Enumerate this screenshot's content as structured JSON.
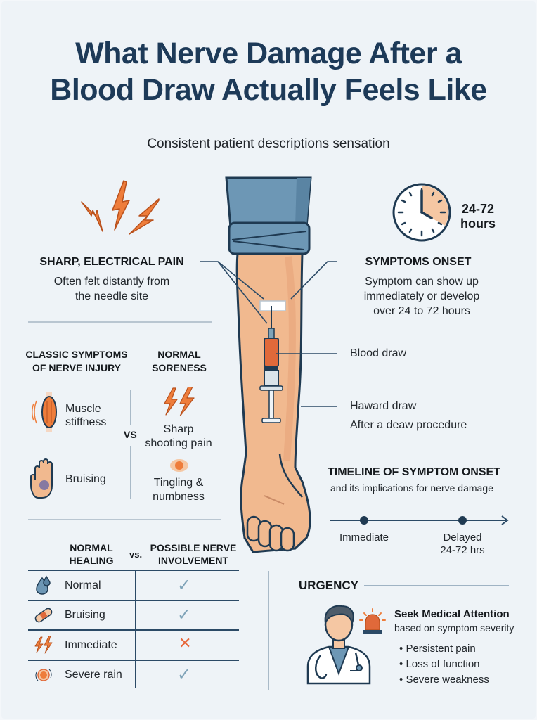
{
  "header": {
    "title_line1": "What Nerve Damage After a",
    "title_line2": "Blood Draw Actually Feels Like",
    "subtitle": "Consistent patient descriptions sensation"
  },
  "colors": {
    "title": "#1d3a58",
    "accent_orange": "#ee7d3b",
    "skin": "#f1b98f",
    "sleeve": "#6d97b5",
    "outline": "#1f3a52",
    "check": "#7fa3b8",
    "cross": "#e8673a",
    "background": "#eef3f7"
  },
  "pain_callout": {
    "icon": "lightning-bolts-icon",
    "heading": "SHARP, ELECTRICAL PAIN",
    "desc_line1": "Often felt distantly from",
    "desc_line2": "the needle site"
  },
  "onset_callout": {
    "icon": "clock-icon",
    "clock_label_line1": "24-72",
    "clock_label_line2": "hours",
    "heading": "SYMPTOMS ONSET",
    "desc_line1": "Symptom can show up",
    "desc_line2": "immediately or develop",
    "desc_line3": "over 24 to 72 hours"
  },
  "arm_labels": {
    "blood_draw": "Blood draw",
    "haward_draw": "Haward draw",
    "after_procedure": "After a deaw procedure"
  },
  "symptoms_compare": {
    "left_heading_line1": "CLASSIC SYMPTOMS",
    "left_heading_line2": "OF NERVE INJURY",
    "right_heading_line1": "NORMAL",
    "right_heading_line2": "SORENESS",
    "vs_label": "VS",
    "left_items": [
      {
        "icon": "muscle-icon",
        "line1": "Muscle",
        "line2": "stiffness"
      },
      {
        "icon": "bruised-hand-icon",
        "line1": "Bruising",
        "line2": ""
      }
    ],
    "right_items": [
      {
        "icon": "lightning-icon",
        "line1": "Sharp",
        "line2": "shooting pain"
      },
      {
        "icon": "tingling-icon",
        "line1": "Tingling &",
        "line2": "numbness"
      }
    ]
  },
  "healing_table": {
    "col1_line1": "NORMAL",
    "col1_line2": "HEALING",
    "vs_label": "vs.",
    "col2_line1": "POSSIBLE NERVE",
    "col2_line2": "INVOLVEMENT",
    "rows": [
      {
        "icon": "water-drop-icon",
        "label": "Normal",
        "status": "check"
      },
      {
        "icon": "bandage-icon",
        "label": "Bruising",
        "status": "check"
      },
      {
        "icon": "lightning-icon",
        "label": "Immediate",
        "status": "cross"
      },
      {
        "icon": "pain-target-icon",
        "label": "Severe rain",
        "status": "check"
      }
    ],
    "check_glyph": "✓",
    "cross_glyph": "✕"
  },
  "timeline": {
    "heading": "TIMELINE OF SYMPTOM ONSET",
    "subheading": "and its implications for nerve damage",
    "points": [
      {
        "label_line1": "Immediate",
        "label_line2": ""
      },
      {
        "label_line1": "Delayed",
        "label_line2": "24-72 hrs"
      }
    ]
  },
  "urgency": {
    "heading": "URGENCY",
    "icon_doctor": "doctor-icon",
    "icon_alarm": "alarm-siren-icon",
    "title": "Seek Medical Attention",
    "subtitle": "based on symptom severity",
    "bullets": [
      "Persistent pain",
      "Loss of function",
      "Severe weakness"
    ],
    "bullet_glyph": "•"
  }
}
